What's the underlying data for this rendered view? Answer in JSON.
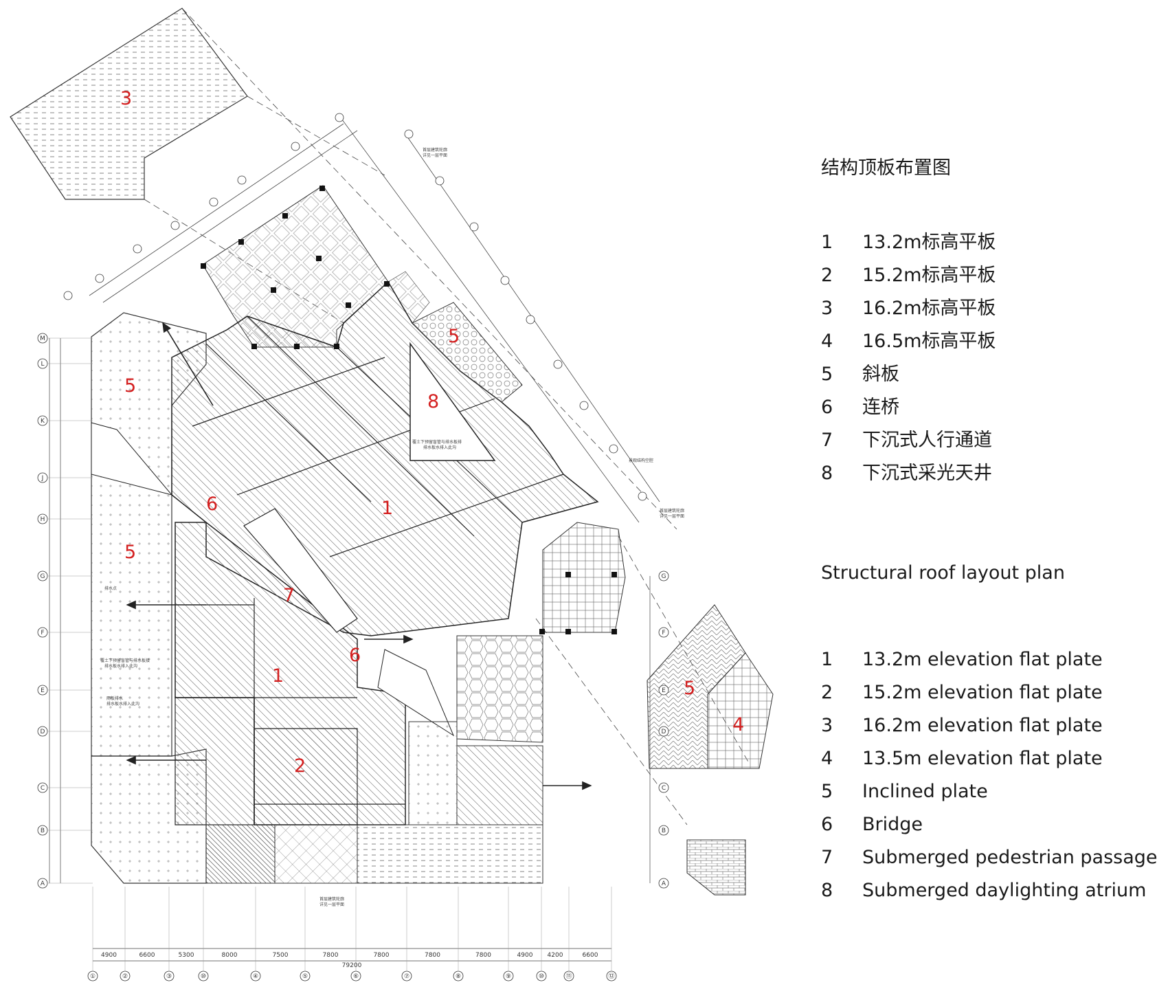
{
  "legend_cn": {
    "title": "结构顶板布置图",
    "items": [
      {
        "num": "1",
        "text": "13.2m标高平板"
      },
      {
        "num": "2",
        "text": "15.2m标高平板"
      },
      {
        "num": "3",
        "text": "16.2m标高平板"
      },
      {
        "num": "4",
        "text": "16.5m标高平板"
      },
      {
        "num": "5",
        "text": "斜板"
      },
      {
        "num": "6",
        "text": "连桥"
      },
      {
        "num": "7",
        "text": "下沉式人行通道"
      },
      {
        "num": "8",
        "text": "下沉式采光天井"
      }
    ]
  },
  "legend_en": {
    "title": "Structural roof layout plan",
    "items": [
      {
        "num": "1",
        "text": "13.2m elevation flat plate"
      },
      {
        "num": "2",
        "text": "15.2m elevation flat plate"
      },
      {
        "num": "3",
        "text": "16.2m elevation flat plate"
      },
      {
        "num": "4",
        "text": "13.5m elevation flat plate"
      },
      {
        "num": "5",
        "text": "Inclined plate"
      },
      {
        "num": "6",
        "text": "Bridge"
      },
      {
        "num": "7",
        "text": "Submerged pedestrian passage"
      },
      {
        "num": "8",
        "text": "Submerged daylighting atrium"
      }
    ]
  },
  "plan_labels": {
    "l3": "3",
    "l5a": "5",
    "l5b": "5",
    "l5c": "5",
    "l5d": "5",
    "l8": "8",
    "l1a": "1",
    "l1b": "1",
    "l6a": "6",
    "l6b": "6",
    "l7": "7",
    "l2": "2",
    "l4": "4"
  },
  "grid_rows": [
    "M",
    "L",
    "K",
    "J",
    "H",
    "G",
    "F",
    "E",
    "D",
    "C",
    "B",
    "A"
  ],
  "grid_cols": [
    "①",
    "②",
    "③",
    "⑩",
    "④",
    "⑤",
    "⑥",
    "⑦",
    "⑧",
    "⑨",
    "⑩",
    "⑪",
    "⑫"
  ],
  "bottom_dims": [
    "4900",
    "6600",
    "5300",
    "8000",
    "7500",
    "7800",
    "7800",
    "7800",
    "7800",
    "4900",
    "4200",
    "6600"
  ],
  "total_dim": "79200",
  "notes": {
    "n1": "首层建筑轮廓",
    "n1b": "详见一层平面",
    "n2": "景观结构空腔",
    "n3": "首层建筑轮廓",
    "n3b": "详见一层平面",
    "n4": "首层建筑轮廓",
    "n4b": "详见一层平面",
    "n5": "覆土下预留盲管与排水板排",
    "n5b": "排水板水排入此沟",
    "n6": "排水点",
    "n7": "覆土下预留盲管与排水板接",
    "n7b": "排水板水排入此沟",
    "n8": "雨板排水",
    "n8b": "排水板水排入此沟"
  },
  "colors": {
    "label_red": "#d42020",
    "line": "#222222",
    "hatch": "#555555"
  }
}
